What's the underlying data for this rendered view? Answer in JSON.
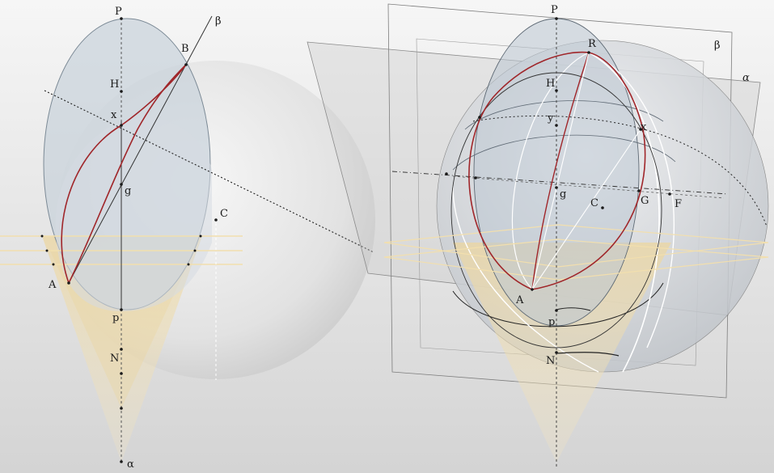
{
  "left_figure": {
    "labels": {
      "P": "P",
      "beta": "β",
      "B": "B",
      "H": "H",
      "x": "x",
      "g": "g",
      "C": "C",
      "A": "A",
      "p": "p",
      "N": "N",
      "alpha": "α"
    }
  },
  "right_figure": {
    "labels": {
      "P": "P",
      "beta": "β",
      "alpha": "α",
      "R": "R",
      "H": "H",
      "y": "y",
      "x": "x",
      "g": "g",
      "C": "C",
      "G": "G",
      "F": "F",
      "A": "A",
      "p": "p",
      "N": "N"
    }
  },
  "colors": {
    "background_top": "#f4f4f4",
    "background_bottom": "#d6d6d6",
    "sphere_fill": "#e6e6e6",
    "ellipse_fill": "#c9d3dc",
    "great_circle_red": "#a0262a",
    "cone_fill": "#f0d9a2",
    "plane_line": "#8a8a8a",
    "guide_yellow": "#f3e2b3"
  }
}
